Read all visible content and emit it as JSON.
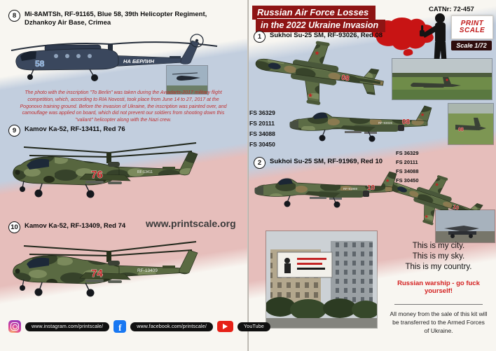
{
  "header": {
    "catnr": "CATNr: 72-457",
    "brand_top": "PRINT",
    "brand_bottom": "SCALE",
    "scale_label": "Scale 1/72",
    "title_line1": "Russian Air Force Losses",
    "title_line2": "in the 2022 Ukraine Invasion"
  },
  "left_page": {
    "item8_num": "8",
    "item8_line1": "Mi-8AMTSh, RF-91165, Blue 58, 39th Helicopter Regiment,",
    "item8_line2": "Dzhankoy Air Base, Crimea",
    "mi8_inscription": "НА БЕРЛИН",
    "mi8_number": "58",
    "note": "The photo with the inscription \"To Berlin\" was taken during the Aviadarts-2017 military flight competition, which, according to RIA Novosti, took place from June 14 to 27, 2017 at the Pogonovo training ground. Before the invasion of Ukraine, the inscription was painted over, and camouflage was applied on board, which did not prevent our soldiers from shooting down this \"valiant\" helicopter along with the Nazi crew.",
    "item9_num": "9",
    "item9_title": "Kamov Ka-52, RF-13411, Red 76",
    "ka52_76_number": "76",
    "ka52_76_reg": "RF-13411",
    "website": "www.printscale.org",
    "item10_num": "10",
    "item10_title": "Kamov Ka-52, RF-13409, Red 74",
    "ka52_74_number": "74",
    "ka52_74_reg": "RF-13409"
  },
  "right_page": {
    "item1_num": "1",
    "item1_title": "Sukhoi Su-25 SM, RF-93026, Red 08",
    "su25_08_number": "08",
    "su25_08_reg": "RF-93026",
    "fs_codes_1": [
      "FS 36329",
      "FS 20111",
      "FS 34088",
      "FS 30450"
    ],
    "item2_num": "2",
    "item2_title": "Sukhoi Su-25 SM, RF-91969, Red 10",
    "su25_10_number": "10",
    "su25_10_reg": "RF-91969",
    "fs_codes_2": [
      "FS 36329",
      "FS 20111",
      "FS 34088",
      "FS 30450"
    ],
    "statement_line1": "This is my city.",
    "statement_line2": "This is my sky.",
    "statement_line3": "This is my country.",
    "warship_line": "Russian warship - go fuck yourself!",
    "donation_line1": "All money from the sale of this kit will",
    "donation_line2": "be transferred to the Armed Forces",
    "donation_line3": "of Ukraine."
  },
  "footer": {
    "instagram_url": "www.instagram.com/printscale/",
    "facebook_url": "www.facebook.com/printscale/",
    "youtube_label": "YouTube"
  }
}
